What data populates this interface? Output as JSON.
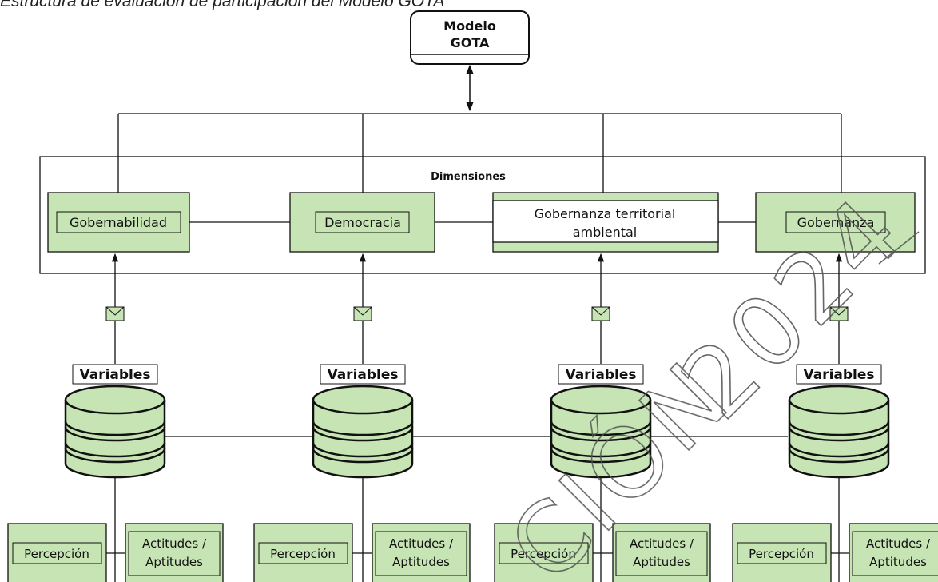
{
  "caption": "Estructura de evaluación de participación del Modelo GOTA",
  "model": {
    "line1": "Modelo",
    "line2": "GOTA"
  },
  "dimensions_label": "Dimensiones",
  "dimensions": [
    {
      "label": "Gobernabilidad"
    },
    {
      "label": "Democracia"
    },
    {
      "label": "Gobernanza territorial",
      "label2": "ambiental"
    },
    {
      "label": "Gobernanza"
    }
  ],
  "variables_label": "Variables",
  "leaf_labels": {
    "perception": "Percepción",
    "attitudes_1": "Actitudes /",
    "attitudes_2": "Aptitudes"
  },
  "watermark": {
    "year": "2024",
    "word": "CIÓN"
  },
  "colors": {
    "green": "#c6e4b4",
    "stroke": "#111111",
    "watermark": "#555555"
  },
  "icons": [
    "envelope-icon",
    "database-icon",
    "arrow-icon"
  ]
}
